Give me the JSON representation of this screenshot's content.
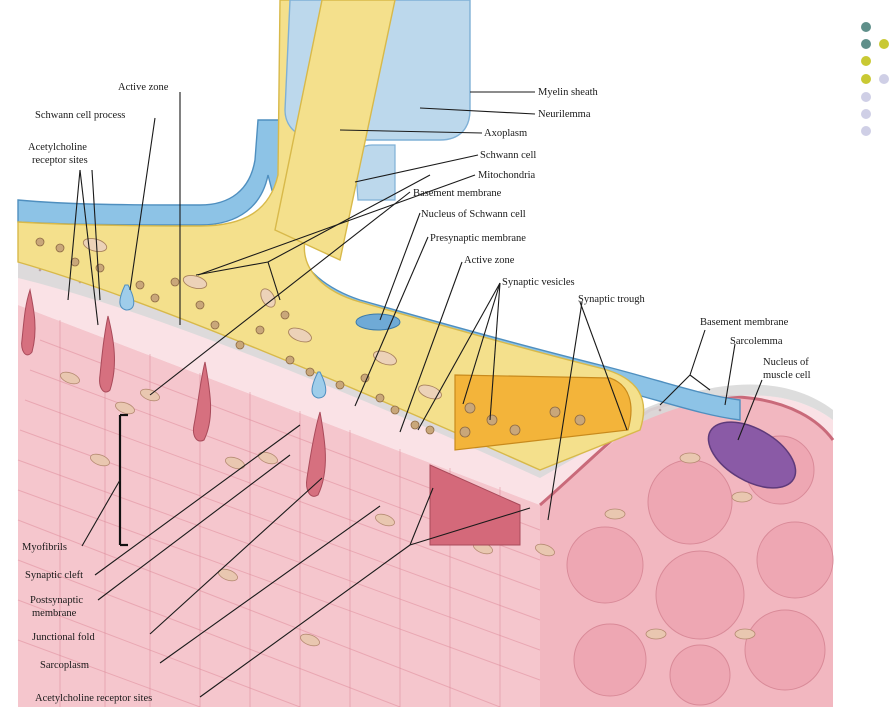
{
  "labels": {
    "active_zone_top": "Active zone",
    "schwann_cell_process": "Schwann cell process",
    "ach_receptor_sites_top_1": "Acetylcholine",
    "ach_receptor_sites_top_2": "receptor sites",
    "myelin_sheath": "Myelin sheath",
    "neurilemma": "Neurilemma",
    "axoplasm": "Axoplasm",
    "schwann_cell": "Schwann cell",
    "mitochondria": "Mitochondria",
    "basement_membrane_top": "Basement membrane",
    "nucleus_of_schwann_cell": "Nucleus of Schwann cell",
    "presynaptic_membrane": "Presynaptic membrane",
    "active_zone_mid": "Active zone",
    "synaptic_vesicles": "Synaptic vesicles",
    "synaptic_trough": "Synaptic trough",
    "basement_membrane_right": "Basement membrane",
    "sarcolemma": "Sarcolemma",
    "nucleus_of_muscle_cell_1": "Nucleus of",
    "nucleus_of_muscle_cell_2": "muscle cell",
    "myofibrils": "Myofibrils",
    "synaptic_cleft": "Synaptic cleft",
    "postsynaptic_membrane_1": "Postsynaptic",
    "postsynaptic_membrane_2": "membrane",
    "junctional_fold": "Junctional fold",
    "sarcoplasm": "Sarcoplasm",
    "ach_receptor_sites_bottom": "Acetylcholine receptor sites"
  },
  "colors": {
    "myelin": "#bcd8ec",
    "axon": "#f4e08c",
    "axon_edge": "#d8b94a",
    "schwann_blue": "#8dc3e6",
    "vesicle": "#c9a77a",
    "muscle": "#f2bcc4",
    "muscle_dark": "#e48f9e",
    "muscle_nucleus": "#8a5aa6",
    "cleft_gray": "#d9d9d9",
    "terminal_orange": "#f3b43a",
    "deco_teal": "#5f8f8a",
    "deco_olive": "#c9c933",
    "deco_lavender": "#cfcfe6"
  }
}
